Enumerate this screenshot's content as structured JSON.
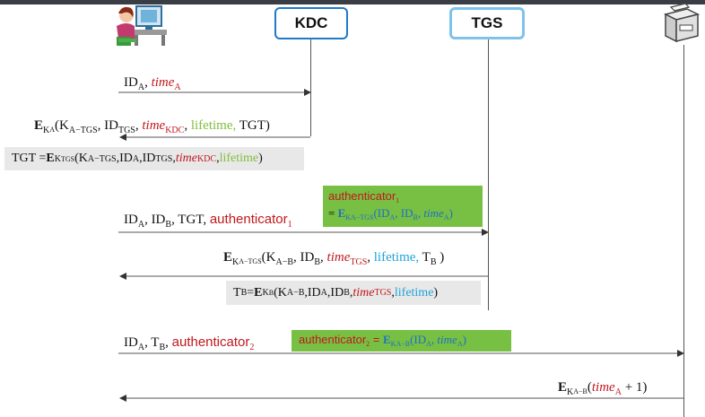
{
  "participants": {
    "kdc": "KDC",
    "tgs": "TGS"
  },
  "icons": {
    "user": "user-at-computer-icon",
    "server": "printer-server-icon"
  },
  "colors": {
    "red": "#c0181d",
    "green_text": "#7fbf3b",
    "blue_text": "#1fa3dc",
    "green_box": "#77c043",
    "grey_box": "#e8e8e8"
  },
  "msg1": {
    "id": "ID",
    "id_sub": "A",
    "time": "time",
    "time_sub": "A"
  },
  "msg2": {
    "e": "E",
    "e_sub": "K",
    "e_subsub": "A",
    "key": "K",
    "key_sub": "A−TGS",
    "id": "ID",
    "id_sub": "TGS",
    "time": "time",
    "time_sub": "KDC",
    "lifetime": "lifetime,",
    "tgt": "TGT"
  },
  "tgt_box": {
    "lhs": "TGT = ",
    "e": "E",
    "e_sub": "K",
    "e_subsub": "TGS",
    "key": "K",
    "key_sub": "A−TGS",
    "id_a": "ID",
    "id_a_sub": "A",
    "id_tgs": "ID",
    "id_tgs_sub": "TGS",
    "time": "time",
    "time_sub": "KDC",
    "lifetime": "lifetime"
  },
  "auth1_box": {
    "label": "authenticator",
    "label_sub": "1",
    "eq": "= ",
    "e": "E",
    "e_sub": "K",
    "e_subsub": "A−TGS",
    "id_a": "ID",
    "id_a_sub": "A",
    "id_b": "ID",
    "id_b_sub": "B",
    "time": "time",
    "time_sub": "A"
  },
  "msg3": {
    "id_a": "ID",
    "id_a_sub": "A",
    "id_b": "ID",
    "id_b_sub": "B",
    "tgt": "TGT,",
    "auth": "authenticator",
    "auth_sub": "1"
  },
  "msg4": {
    "e": "E",
    "e_sub": "K",
    "e_subsub": "A−TGS",
    "key": "K",
    "key_sub": "A−B",
    "id_b": "ID",
    "id_b_sub": "B",
    "time": "time",
    "time_sub": "TGS",
    "lifetime": "lifetime,",
    "t": "T",
    "t_sub": "B"
  },
  "tb_box": {
    "t": "T",
    "t_sub": "B",
    "eq": " = ",
    "e": "E",
    "e_sub": "K",
    "e_subsub": "B",
    "key": "K",
    "key_sub": "A−B",
    "id_a": "ID",
    "id_a_sub": "A",
    "id_b": "ID",
    "id_b_sub": "B",
    "time": "time",
    "time_sub": "TGS",
    "lifetime": "lifetime"
  },
  "msg5": {
    "id_a": "ID",
    "id_a_sub": "A",
    "t": "T",
    "t_sub": "B",
    "auth": "authenticator",
    "auth_sub": "2"
  },
  "auth2_box": {
    "label": "authenticator",
    "label_sub": "2",
    "eq": " = ",
    "e": "E",
    "e_sub": "K",
    "e_subsub": "A−B",
    "id_a": "ID",
    "id_a_sub": "A",
    "time": "time",
    "time_sub": "A"
  },
  "msg6": {
    "e": "E",
    "e_sub": "K",
    "e_subsub": "A−B",
    "time": "time",
    "time_sub": "A",
    "plus": " + 1"
  }
}
